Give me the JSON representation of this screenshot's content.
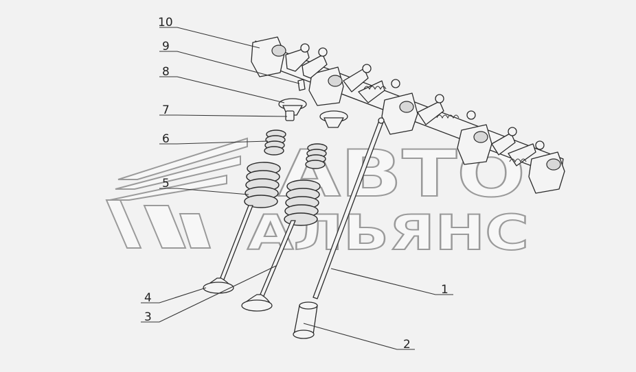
{
  "watermark": {
    "line1": "АВТО",
    "line2": "АЛЬЯНС"
  },
  "callouts": [
    {
      "id": "10",
      "text": "10"
    },
    {
      "id": "9",
      "text": "9"
    },
    {
      "id": "8",
      "text": "8"
    },
    {
      "id": "7",
      "text": "7"
    },
    {
      "id": "6",
      "text": "6"
    },
    {
      "id": "5",
      "text": "5"
    },
    {
      "id": "4",
      "text": "4"
    },
    {
      "id": "3",
      "text": "3"
    },
    {
      "id": "1",
      "text": "1"
    },
    {
      "id": "2",
      "text": "2"
    }
  ]
}
